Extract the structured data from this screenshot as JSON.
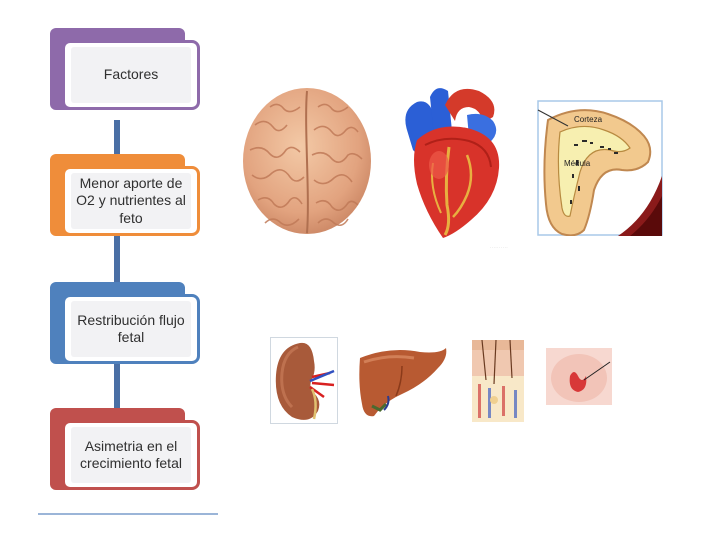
{
  "steps": [
    {
      "label": "Factores",
      "color": "#8e6aaa"
    },
    {
      "label": "Menor aporte de O2 y nutrientes al feto",
      "color": "#ef8d3a"
    },
    {
      "label": "Restribución flujo fetal",
      "color": "#4f81bd"
    },
    {
      "label": "Asimetria en el crecimiento fetal",
      "color": "#c0504d"
    }
  ],
  "adrenal": {
    "corteza_label": "Corteza",
    "medula_label": "Médula"
  },
  "icons": [
    "brain-icon",
    "heart-icon",
    "adrenal-gland-icon",
    "kidney-icon",
    "liver-icon",
    "skin-section-icon",
    "thyroid-icon"
  ]
}
